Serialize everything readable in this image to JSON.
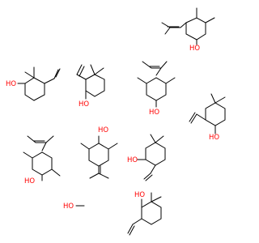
{
  "colors": {
    "background": "#ffffff",
    "bond": "#000000",
    "hydroxyl": "#ff0000"
  },
  "atom_label": "HO",
  "structures": [
    {
      "id": "mol-1",
      "label": "HO"
    },
    {
      "id": "mol-2",
      "label": "HO"
    },
    {
      "id": "mol-3",
      "label": "HO"
    },
    {
      "id": "mol-4",
      "label": "HO"
    },
    {
      "id": "mol-5",
      "label": "HO"
    },
    {
      "id": "mol-6",
      "label": "HO"
    },
    {
      "id": "mol-7",
      "label": "HO"
    },
    {
      "id": "mol-8",
      "label": "HO"
    },
    {
      "id": "mol-9",
      "label": "HO"
    },
    {
      "id": "mol-10",
      "label": "HO"
    }
  ]
}
